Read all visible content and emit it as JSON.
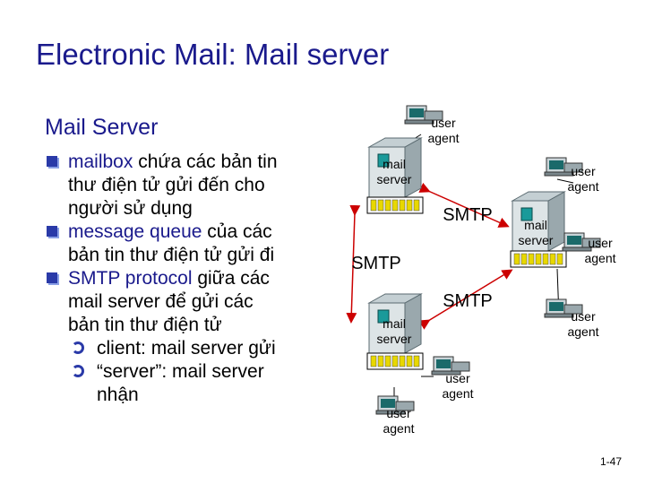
{
  "title": "Electronic Mail: Mail server",
  "subtitle": "Mail Server",
  "bullets": [
    {
      "lines": [
        [
          {
            "t": "mailbox",
            "hl": true
          },
          {
            "t": " chứa các bản tin",
            "hl": false
          }
        ],
        [
          {
            "t": "thư điện tử gửi đến cho",
            "hl": false
          }
        ],
        [
          {
            "t": "người sử dụng",
            "hl": false
          }
        ]
      ]
    },
    {
      "lines": [
        [
          {
            "t": "message queue",
            "hl": true
          },
          {
            "t": " của các",
            "hl": false
          }
        ],
        [
          {
            "t": "bản tin thư điện tử gửi đi",
            "hl": false
          }
        ]
      ]
    },
    {
      "lines": [
        [
          {
            "t": "SMTP protocol",
            "hl": true
          },
          {
            "t": " giữa các",
            "hl": false
          }
        ],
        [
          {
            "t": "mail server để gửi các",
            "hl": false
          }
        ],
        [
          {
            "t": "bản tin thư điện tử",
            "hl": false
          }
        ]
      ]
    }
  ],
  "sub_bullets": [
    "client: mail server gửi",
    "“server”: mail server",
    "nhận"
  ],
  "diagram": {
    "user_agent_label": [
      "user",
      "agent"
    ],
    "mail_server_label": [
      "mail",
      "server"
    ],
    "protocol_label": "SMTP"
  },
  "page_number": "1-47",
  "colors": {
    "title": "#1a1a8c",
    "highlight": "#1a1a8c",
    "bullet": "#2a3aa8",
    "arrow": "#cc0000",
    "server_teal": "#1a9a9a",
    "queue_yellow": "#e8d800"
  }
}
